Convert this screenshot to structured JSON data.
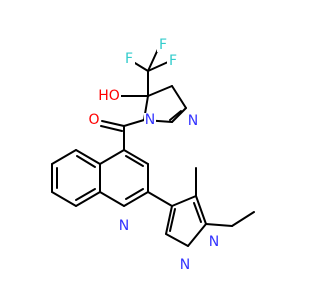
{
  "colors": {
    "bond": "#000000",
    "nitrogen": "#3333ff",
    "oxygen": "#ff0000",
    "fluorine": "#33cccc"
  },
  "atom_labels": {
    "f_left": "F",
    "f_top": "F",
    "f_right": "F",
    "hydroxyl": "HO",
    "carbonyl_o": "O",
    "pyrazoline_n1": "N",
    "pyrazoline_n2": "N",
    "quinoline_n": "N",
    "pyrazole_n2": "N",
    "pyrazole_n1": "N"
  }
}
